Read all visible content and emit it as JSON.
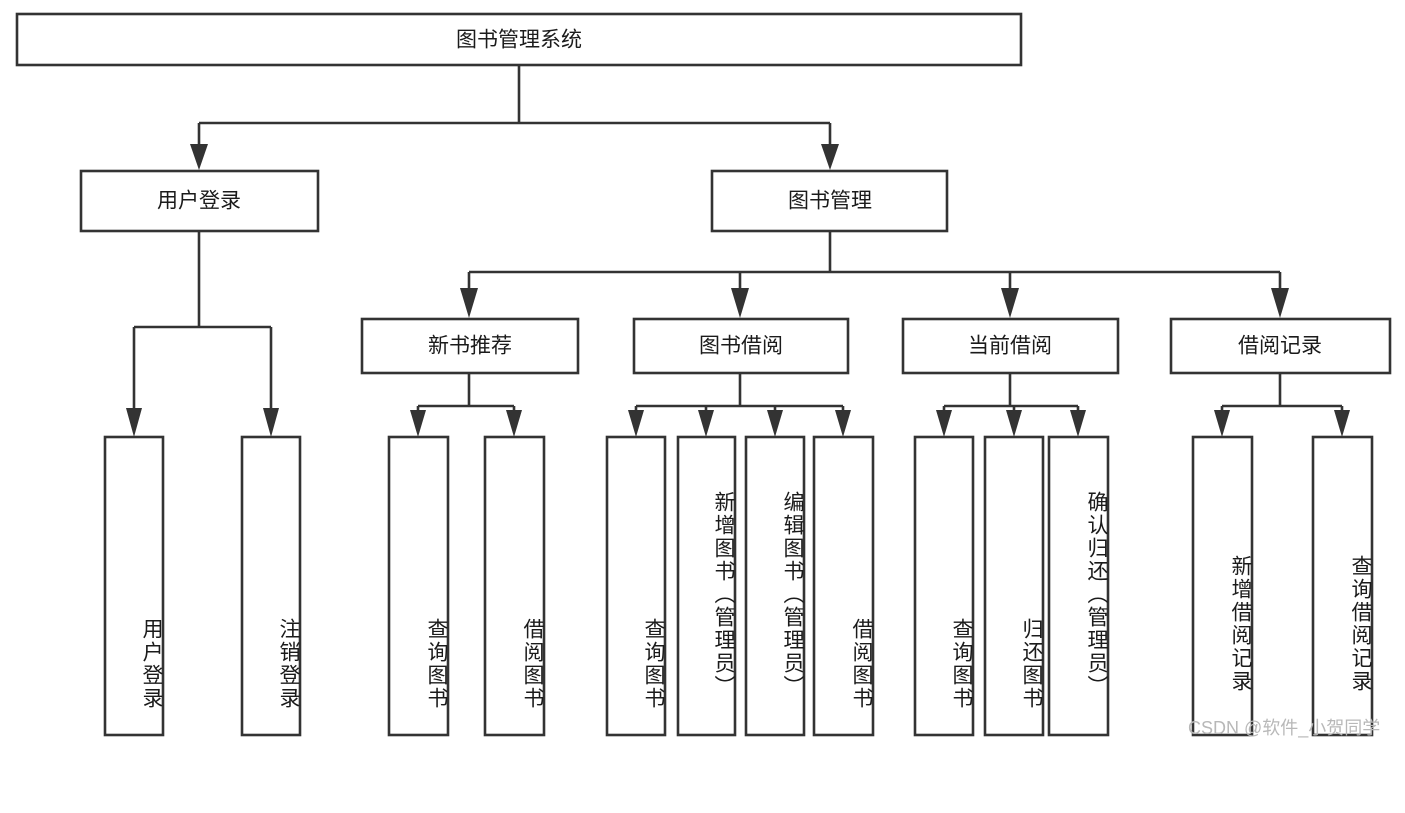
{
  "diagram": {
    "title": "图书管理系统",
    "watermark": "CSDN @软件_小贺同学",
    "colors": {
      "stroke": "#333333",
      "fill": "#ffffff",
      "text": "#1b1b1b",
      "watermark": "#b8b8b8"
    },
    "root": {
      "label": "图书管理系统"
    },
    "level2": [
      {
        "label": "用户登录"
      },
      {
        "label": "图书管理"
      }
    ],
    "level3": [
      {
        "label": "新书推荐"
      },
      {
        "label": "图书借阅"
      },
      {
        "label": "当前借阅"
      },
      {
        "label": "借阅记录"
      }
    ],
    "leaves": {
      "user_login": [
        {
          "label": "用户登录"
        },
        {
          "label": "注销登录"
        }
      ],
      "new_book": [
        {
          "label": "查询图书"
        },
        {
          "label": "借阅图书"
        }
      ],
      "book_borrow": [
        {
          "label": "查询图书"
        },
        {
          "label": "新增图书（管理员）"
        },
        {
          "label": "编辑图书（管理员）"
        },
        {
          "label": "借阅图书"
        }
      ],
      "current_borrow": [
        {
          "label": "查询图书"
        },
        {
          "label": "归还图书"
        },
        {
          "label": "确认归还（管理员）"
        }
      ],
      "borrow_record": [
        {
          "label": "新增借阅记录"
        },
        {
          "label": "查询借阅记录"
        }
      ]
    }
  }
}
